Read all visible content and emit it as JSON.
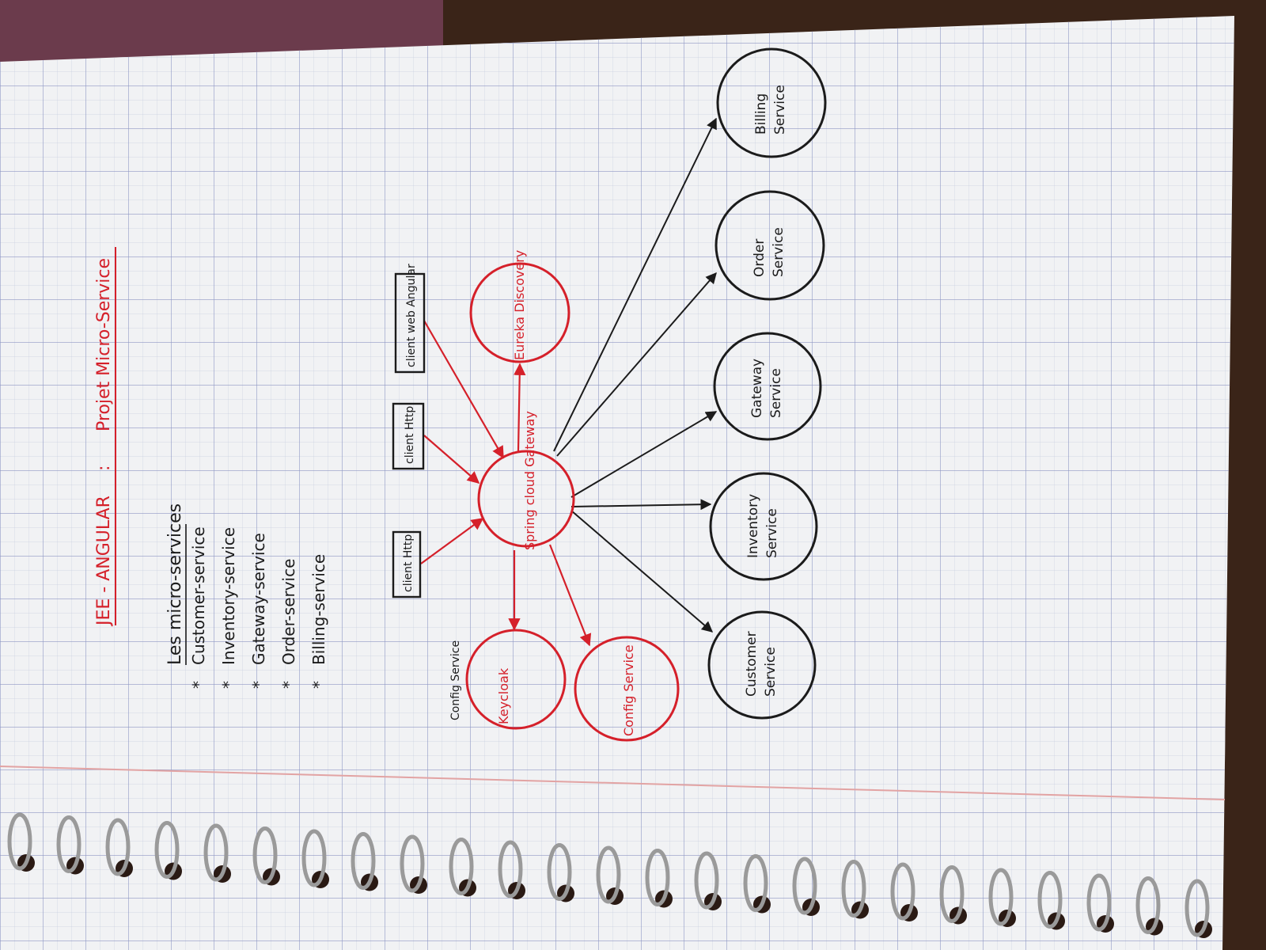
{
  "header": {
    "prefix": "JEE - ANGULAR",
    "separator": ":",
    "title": "Projet Micro-Service"
  },
  "list": {
    "heading": "Les micro-services",
    "bullet": "*",
    "items": [
      "Customer-service",
      "Inventory-service",
      "Gateway-service",
      "Order-service",
      "Billing-service"
    ]
  },
  "clients": [
    {
      "label": "client Http"
    },
    {
      "label": "client Http"
    },
    {
      "label": "client web Angular"
    }
  ],
  "red_nodes": {
    "gateway": "Spring cloud Gateway",
    "eureka": "Eureka Discovery",
    "keycloak": "Keycloak",
    "config": "Config Service",
    "config_annotation": "Config Service"
  },
  "services": [
    {
      "label": "Customer Service"
    },
    {
      "label": "Inventory Service"
    },
    {
      "label": "Gateway Service"
    },
    {
      "label": "Order Service"
    },
    {
      "label": "Billing Service"
    }
  ],
  "colors": {
    "paper": "#f1f2f4",
    "grid": "#b8c0d8",
    "margin_line": "#e2a3a3",
    "ink_black": "#1b1b1b",
    "ink_red": "#d5202a",
    "spiral_metal": "#9a9a9a",
    "table": "#4a2c1c"
  }
}
